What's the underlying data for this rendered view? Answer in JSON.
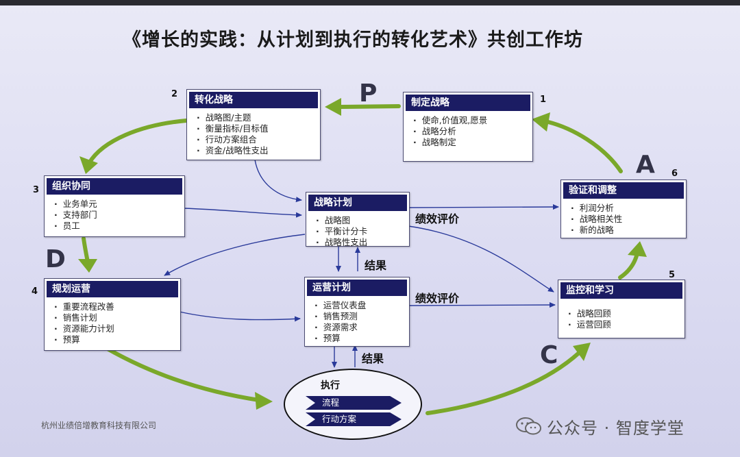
{
  "title": "《增长的实践：从计划到执行的转化艺术》共创工作坊",
  "letters": {
    "p": "P",
    "d": "D",
    "c": "C",
    "a": "A"
  },
  "boxes": {
    "formulate": {
      "number": "1",
      "title": "制定战略",
      "items": [
        "使命,价值观,愿景",
        "战略分析",
        "战略制定"
      ]
    },
    "translate": {
      "number": "2",
      "title": "转化战略",
      "items": [
        "战略图/主题",
        "衡量指标/目标值",
        "行动方案组合",
        "资金/战略性支出"
      ]
    },
    "align": {
      "number": "3",
      "title": "组织协同",
      "items": [
        "业务单元",
        "支持部门",
        "员工"
      ]
    },
    "plan_ops": {
      "number": "4",
      "title": "规划运营",
      "items": [
        "重要流程改善",
        "销售计划",
        "资源能力计划",
        "预算"
      ]
    },
    "monitor": {
      "number": "5",
      "title": "监控和学习",
      "items": [
        "战略回顾",
        "运营回顾"
      ]
    },
    "test_adapt": {
      "number": "6",
      "title": "验证和调整",
      "items": [
        "利润分析",
        "战略相关性",
        "新的战略"
      ]
    },
    "strategic_plan": {
      "title": "战略计划",
      "items": [
        "战略图",
        "平衡计分卡",
        "战略性支出"
      ]
    },
    "operating_plan": {
      "title": "运营计划",
      "items": [
        "运营仪表盘",
        "销售预测",
        "资源需求",
        "预算"
      ]
    }
  },
  "labels": {
    "perf_eval_1": "绩效评价",
    "perf_eval_2": "绩效评价",
    "result_1": "结果",
    "result_2": "结果"
  },
  "execution": {
    "title": "执行",
    "items": [
      "流程",
      "行动方案"
    ]
  },
  "footer": {
    "company": "杭州业绩倍增教育科技有限公司",
    "watermark": "公众号 · 智度学堂"
  }
}
